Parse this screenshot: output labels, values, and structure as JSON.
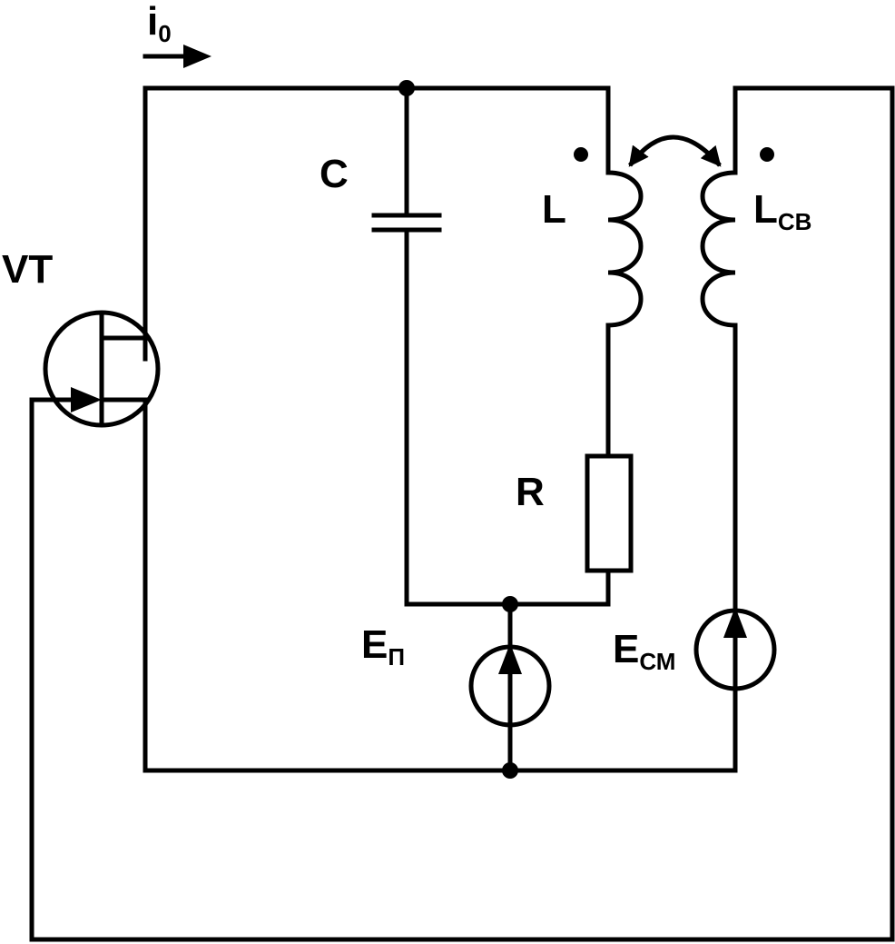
{
  "labels": {
    "current": {
      "main": "i",
      "sub": "0"
    },
    "transistor": "VT",
    "capacitor": "C",
    "inductor": "L",
    "coupling_inductor": {
      "main": "L",
      "sub": "СВ"
    },
    "resistor": "R",
    "supply_source": {
      "main": "E",
      "sub": "П"
    },
    "bias_source": {
      "main": "E",
      "sub": "СМ"
    }
  }
}
